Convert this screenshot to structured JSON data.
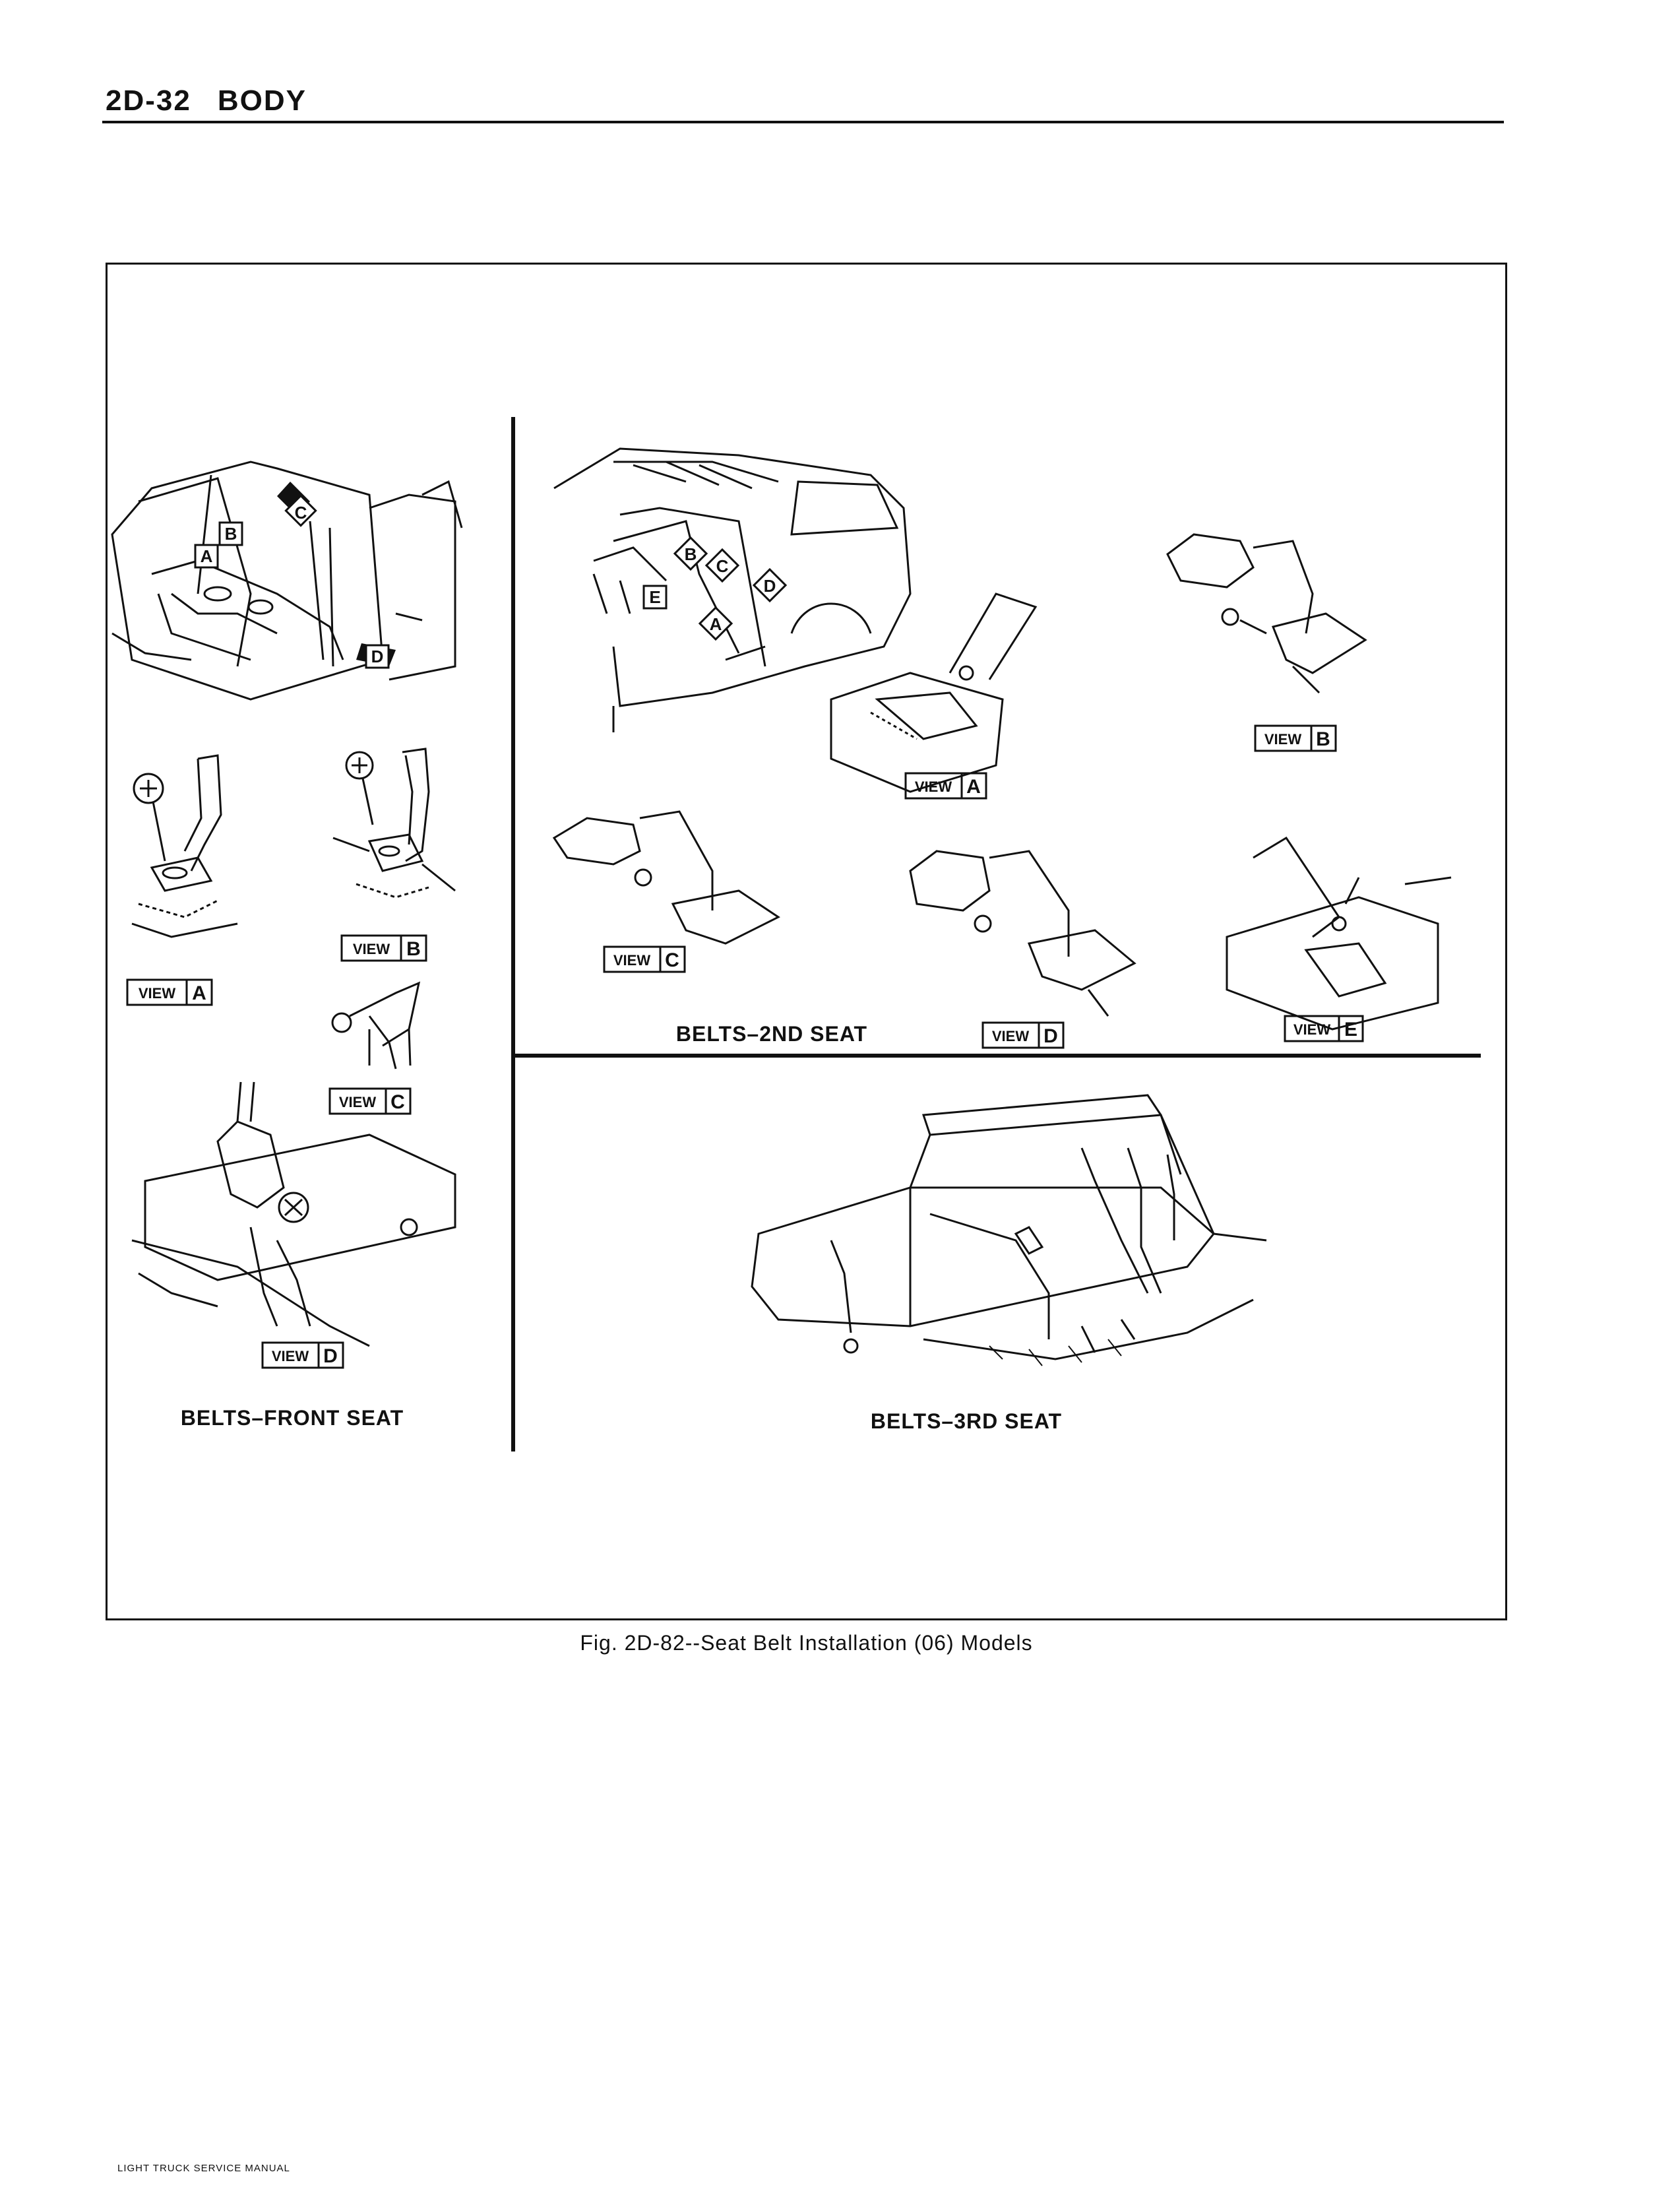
{
  "header": {
    "page_number": "2D-32",
    "section": "BODY"
  },
  "figure": {
    "caption": "Fig. 2D-82--Seat Belt Installation (06) Models",
    "front_seat": {
      "title": "BELTS–FRONT SEAT",
      "callouts": [
        "A",
        "B",
        "C",
        "D"
      ],
      "views": [
        {
          "word": "VIEW",
          "letter": "A"
        },
        {
          "word": "VIEW",
          "letter": "B"
        },
        {
          "word": "VIEW",
          "letter": "C"
        },
        {
          "word": "VIEW",
          "letter": "D"
        }
      ]
    },
    "second_seat": {
      "title": "BELTS–2ND SEAT",
      "callouts": [
        "A",
        "B",
        "C",
        "D",
        "E"
      ],
      "views": [
        {
          "word": "VIEW",
          "letter": "A"
        },
        {
          "word": "VIEW",
          "letter": "B"
        },
        {
          "word": "VIEW",
          "letter": "C"
        },
        {
          "word": "VIEW",
          "letter": "D"
        },
        {
          "word": "VIEW",
          "letter": "E"
        }
      ]
    },
    "third_seat": {
      "title": "BELTS–3RD SEAT"
    }
  },
  "footer": {
    "manual_title": "LIGHT TRUCK SERVICE MANUAL"
  }
}
